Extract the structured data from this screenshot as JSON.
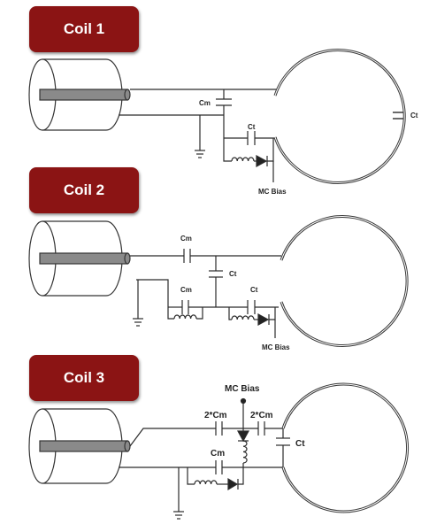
{
  "colors": {
    "badge": "#8b1414",
    "wire": "#2b2b2b",
    "rod": "#8a8a8a",
    "loop": "#3a3a3a"
  },
  "coils": [
    {
      "title": "Coil 1",
      "labels": {
        "cm": "Cm",
        "ct_loop": "Ct",
        "ct_match": "Ct",
        "bias": "MC Bias"
      }
    },
    {
      "title": "Coil 2",
      "labels": {
        "cm_series": "Cm",
        "ct_shunt": "Ct",
        "cm_lower": "Cm",
        "ct_trap": "Ct",
        "bias": "MC Bias"
      }
    },
    {
      "title": "Coil 3",
      "labels": {
        "bias": "MC Bias",
        "cm_left": "2*Cm",
        "cm_right": "2*Cm",
        "ct_loop": "Ct",
        "cm_lower": "Cm"
      }
    }
  ],
  "icons": [
    "coax-cable-icon",
    "capacitor-icon",
    "inductor-icon",
    "diode-icon",
    "ground-icon",
    "resonator-loop-icon"
  ]
}
